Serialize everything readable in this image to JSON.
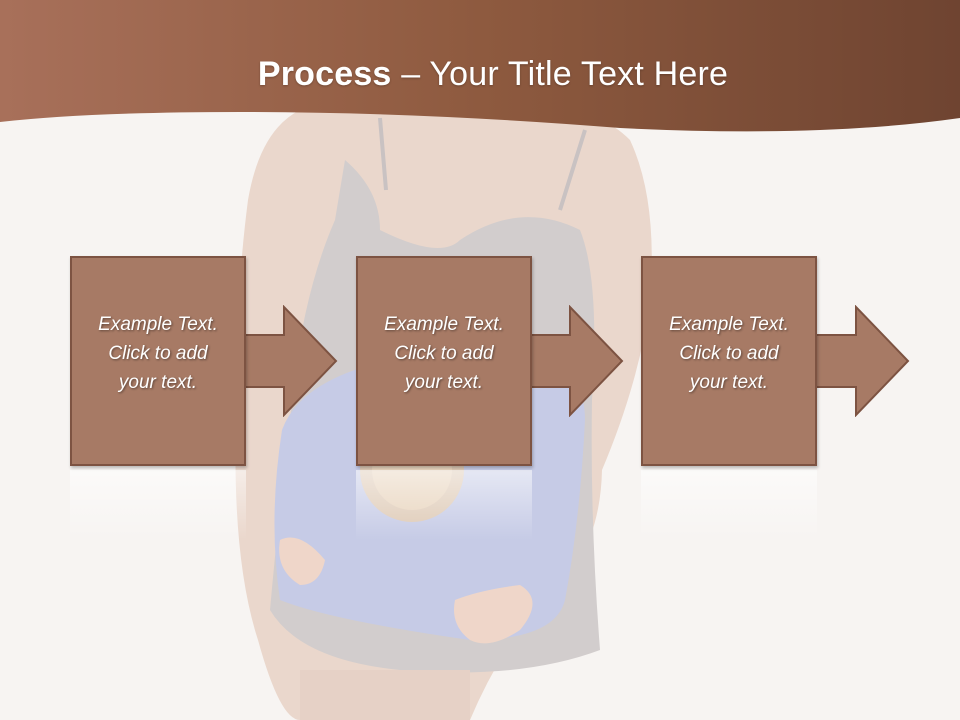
{
  "slide": {
    "title_bold": "Process",
    "title_separator": " – ",
    "title_rest": "Your Title Text Here"
  },
  "steps": [
    {
      "line1": "Example Text.",
      "line2": "Click  to add",
      "line3": "your text."
    },
    {
      "line1": "Example Text.",
      "line2": "Click  to add",
      "line3": "your text."
    },
    {
      "line1": "Example Text.",
      "line2": "Click  to add",
      "line3": "your text."
    }
  ],
  "colors": {
    "header": "#8e5a3f",
    "box_fill": "#a77a65",
    "box_border": "#7d5342",
    "background": "#f7f4f2"
  },
  "icons": [
    "right-arrow-icon"
  ]
}
